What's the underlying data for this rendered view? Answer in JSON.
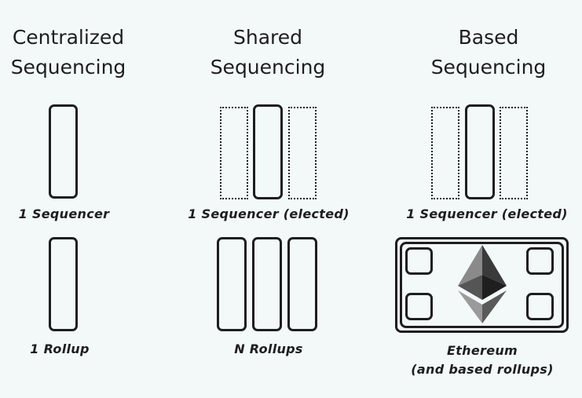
{
  "columns": {
    "centralized": {
      "title_line1": "Centralized",
      "title_line2": "Sequencing",
      "sequencer_label": "1 Sequencer",
      "rollup_label": "1 Rollup"
    },
    "shared": {
      "title_line1": "Shared",
      "title_line2": "Sequencing",
      "sequencer_label": "1 Sequencer (elected)",
      "rollup_label": "N Rollups"
    },
    "based": {
      "title_line1": "Based",
      "title_line2": "Sequencing",
      "sequencer_label": "1 Sequencer (elected)",
      "rollup_label_line1": "Ethereum",
      "rollup_label_line2": "(and based rollups)"
    }
  },
  "icons": {
    "ethereum": "ethereum-logo-icon"
  },
  "colors": {
    "background": "#f3f9f9",
    "stroke": "#1e1e1e",
    "eth_dark": "#2f2f2f",
    "eth_mid": "#6e6e6e",
    "eth_light": "#9a9a9a"
  }
}
